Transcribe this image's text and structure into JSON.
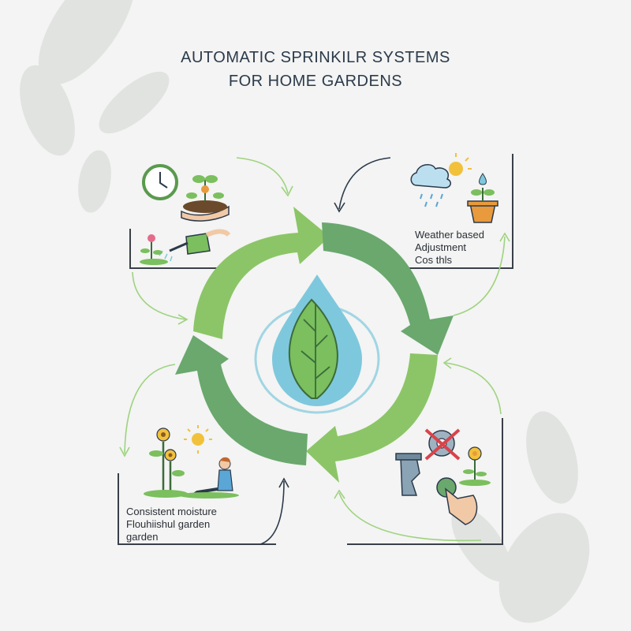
{
  "title": {
    "line1": "AUTOMATIC SPRINKILR SYSTEMS",
    "line2": "FOR HOME GARDENS"
  },
  "panels": {
    "top_left": {
      "icons": [
        "clock-icon",
        "seedling-hand-icon",
        "watering-can-icon",
        "flower-sprout-icon"
      ]
    },
    "top_right": {
      "label_lines": [
        "Weather based",
        "Adjustment",
        "Cos thls"
      ],
      "icons": [
        "cloud-rain-sun-icon",
        "potted-plant-drop-icon"
      ]
    },
    "bottom_left": {
      "label_lines": [
        "Consistent moisture",
        "Flouhiishul garden",
        "garden"
      ],
      "icons": [
        "sunflowers-icon",
        "sun-icon",
        "relaxing-person-icon"
      ]
    },
    "bottom_right": {
      "icons": [
        "broken-pipe-icon",
        "crossed-out-gear-icon",
        "pointing-hand-icon",
        "flower-icon"
      ]
    }
  },
  "center_icon": "water-drop-leaf-icon",
  "colors": {
    "arrow_light": "#8cc567",
    "arrow_dark": "#6aa86e",
    "connector": "#9fd27f",
    "drop": "#7ec8dd",
    "leaf": "#7bbf5e",
    "text": "#2c3a4a"
  }
}
